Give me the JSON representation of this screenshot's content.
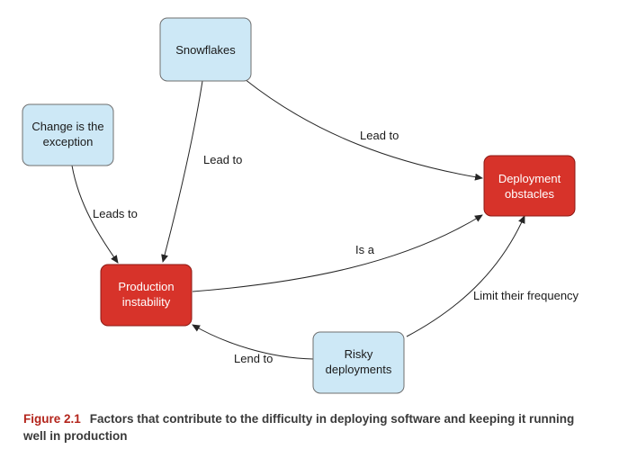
{
  "nodes": {
    "snowflakes": {
      "line1": "Snowflakes"
    },
    "change": {
      "line1": "Change is the",
      "line2": "exception"
    },
    "deployment_obstacles": {
      "line1": "Deployment",
      "line2": "obstacles"
    },
    "production_instability": {
      "line1": "Production",
      "line2": "instability"
    },
    "risky_deployments": {
      "line1": "Risky",
      "line2": "deployments"
    }
  },
  "edges": {
    "snowflakes_to_obstacles": "Lead to",
    "snowflakes_to_instability": "Lead to",
    "change_to_instability": "Leads to",
    "instability_to_obstacles": "Is a",
    "obstacles_to_risky": "Limit their frequency",
    "risky_to_instability": "Lend to"
  },
  "caption": {
    "label": "Figure 2.1",
    "text": "Factors that contribute to the difficulty in deploying software and keeping it running well in production"
  },
  "colors": {
    "light_node_fill": "#cde8f6",
    "light_node_stroke": "#6f6f6f",
    "dark_node_fill": "#d7332a",
    "dark_node_stroke": "#8c1a14",
    "dark_node_text": "#ffffff",
    "arrow": "#262626",
    "caption_label": "#b3241b"
  }
}
